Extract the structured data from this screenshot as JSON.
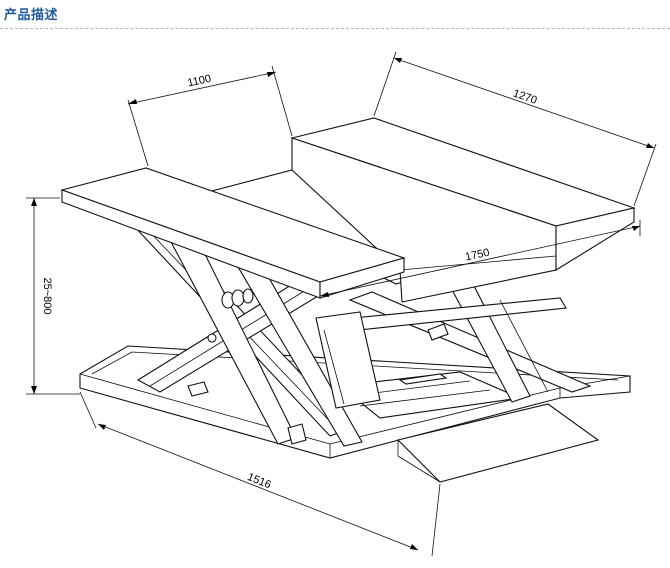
{
  "header": {
    "title": "产品描述"
  },
  "dimensions": {
    "platform_length": "1100",
    "platform_width": "1270",
    "overall_length": "1750",
    "height_range": "25~800",
    "base_length": "1516"
  }
}
